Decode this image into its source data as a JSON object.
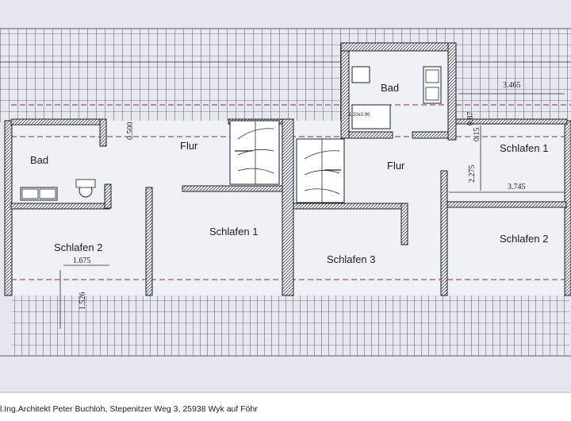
{
  "plan": {
    "rooms": {
      "bad_left": "Bad",
      "flur_left": "Flur",
      "schlafen2_left": "Schlafen 2",
      "schlafen1_left": "Schlafen 1",
      "bad_right": "Bad",
      "flur_right": "Flur",
      "schlafen3": "Schlafen 3",
      "schlafen1_right": "Schlafen 1",
      "schlafen2_right": "Schlafen 2"
    },
    "dimensions": {
      "d0500": "0.500",
      "d1675": "1.675",
      "d1526": "1.526",
      "d3465": "3.465",
      "d087": "0.87",
      "d015": "0.15",
      "d2275": "2.275",
      "d3745": "3.745",
      "window_label": "1.20x0.90"
    },
    "footer": "l.Ing.Architekt Peter Buchloh, Stepenitzer Weg 3, 25938 Wyk auf Föhr",
    "colors": {
      "paper": "#e4e8ee",
      "ink": "#1f2126",
      "dash": "#8a2b3a",
      "band": "#ffffff"
    }
  }
}
